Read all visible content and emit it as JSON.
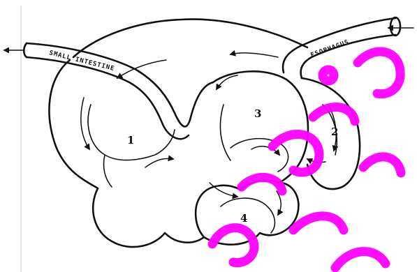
{
  "diagram": {
    "structures": [
      {
        "label": "SMALL INTESTINE"
      },
      {
        "label": "ESOPHAGUS"
      }
    ],
    "compartments": [
      {
        "label": "1"
      },
      {
        "label": "2"
      },
      {
        "label": "3"
      },
      {
        "label": "4"
      }
    ]
  },
  "colors": {
    "ink": "#111111",
    "watermark": "#ff00ff",
    "background": "#ffffff"
  },
  "watermark": {
    "description": "magenta handwritten-style watermark overlay"
  }
}
